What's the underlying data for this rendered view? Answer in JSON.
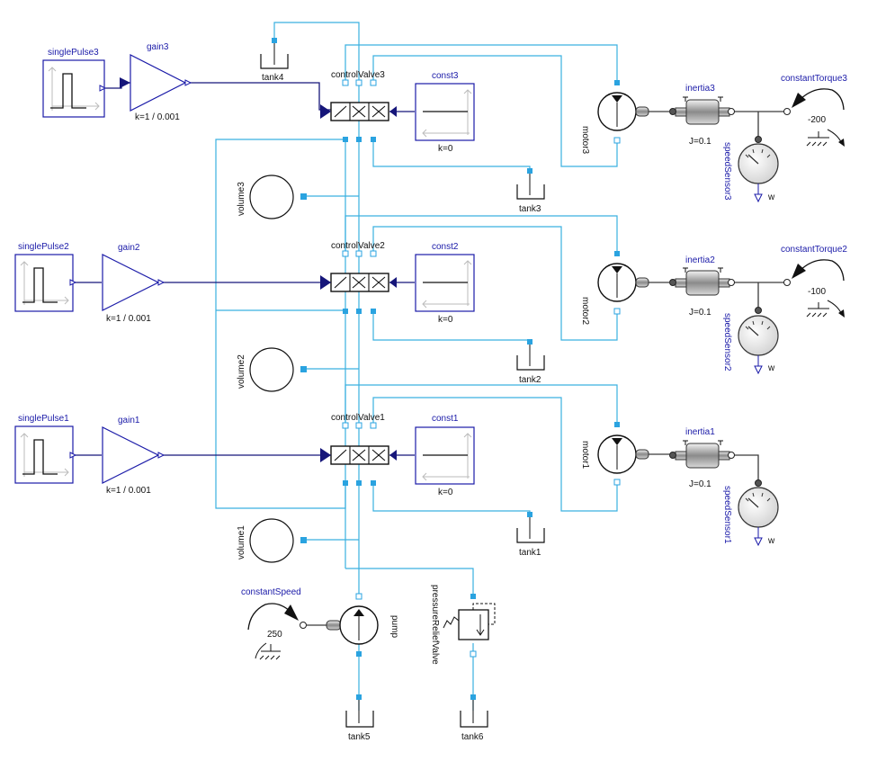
{
  "blocks": {
    "singlePulse3": "singlePulse3",
    "singlePulse2": "singlePulse2",
    "singlePulse1": "singlePulse1",
    "gain3": "gain3",
    "gain2": "gain2",
    "gain1": "gain1",
    "gain3_param": "k=1 / 0.001",
    "gain2_param": "k=1 / 0.001",
    "gain1_param": "k=1 / 0.001",
    "tank4": "tank4",
    "tank3": "tank3",
    "tank2": "tank2",
    "tank1": "tank1",
    "tank5": "tank5",
    "tank6": "tank6",
    "controlValve3": "controlValve3",
    "controlValve2": "controlValve2",
    "controlValve1": "controlValve1",
    "const3": "const3",
    "const2": "const2",
    "const1": "const1",
    "const3_param": "k=0",
    "const2_param": "k=0",
    "const1_param": "k=0",
    "motor3": "motor3",
    "motor2": "motor2",
    "motor1": "motor1",
    "inertia3": "inertia3",
    "inertia2": "inertia2",
    "inertia1": "inertia1",
    "inertia3_param": "J=0.1",
    "inertia2_param": "J=0.1",
    "inertia1_param": "J=0.1",
    "speedSensor3": "speedSensor3",
    "speedSensor2": "speedSensor2",
    "speedSensor1": "speedSensor1",
    "sensor_unit": "w",
    "constantTorque3": "constantTorque3",
    "constantTorque2": "constantTorque2",
    "constantTorque3_value": "-200",
    "constantTorque2_value": "-100",
    "volume3": "volume3",
    "volume2": "volume2",
    "volume1": "volume1",
    "constantSpeed": "constantSpeed",
    "constantSpeed_value": "250",
    "pump": "pump",
    "pressureReliefValve": "pressureReliefValve"
  },
  "colors": {
    "hydraulic": "#3ab0e0",
    "signal": "#16167a",
    "label": "#1a1aa8",
    "mechanical": "#3a3a3a"
  }
}
